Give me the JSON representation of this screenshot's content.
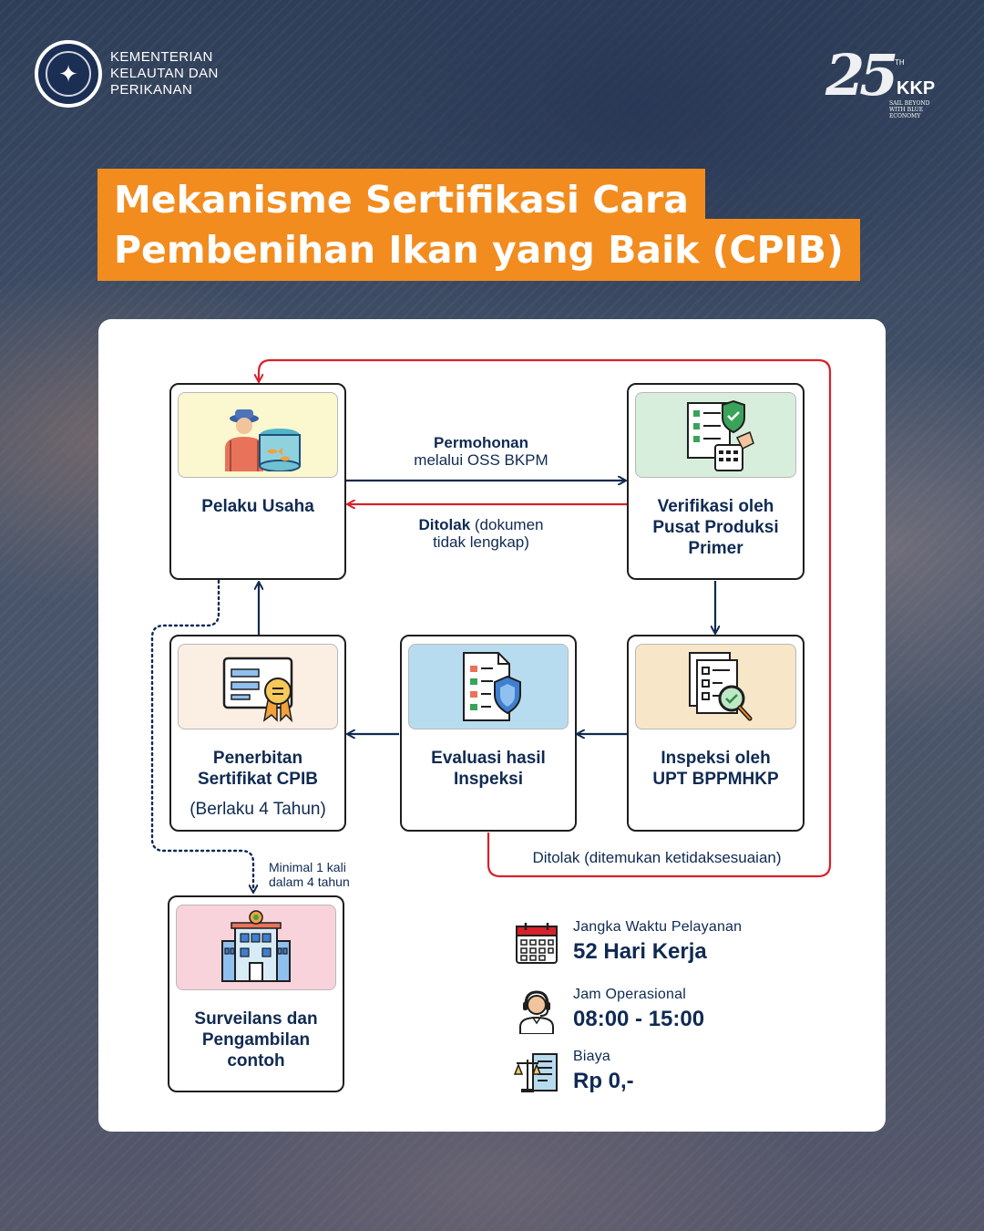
{
  "header": {
    "org_lines": [
      "KEMENTERIAN",
      "KELAUTAN DAN",
      "PERIKANAN"
    ],
    "anniversary": {
      "number": "25",
      "suffix": "TH",
      "brand": "KKP",
      "tagline": [
        "SAIL BEYOND",
        "WITH BLUE ECONOMY"
      ]
    }
  },
  "title": {
    "line1": "Mekanisme Sertifikasi Cara",
    "line2": "Pembenihan Ikan yang Baik (CPIB)"
  },
  "flow": {
    "pelaku": {
      "label": "Pelaku Usaha"
    },
    "verifikasi": {
      "label_lines": [
        "Verifikasi oleh",
        "Pusat Produksi",
        "Primer"
      ]
    },
    "inspeksi": {
      "label_lines": [
        "Inspeksi oleh",
        "UPT BPPMHKP"
      ]
    },
    "evaluasi": {
      "label_lines": [
        "Evaluasi hasil",
        "Inspeksi"
      ]
    },
    "penerbitan": {
      "label_lines": [
        "Penerbitan",
        "Sertifikat CPIB"
      ],
      "note": "(Berlaku 4 Tahun)"
    },
    "surveilans": {
      "label_lines": [
        "Surveilans dan",
        "Pengambilan",
        "contoh"
      ]
    },
    "edges": {
      "permohonan_bold": "Permohonan",
      "permohonan_rest": "melalui OSS BKPM",
      "ditolak_bold": "Ditolak",
      "ditolak_rest1": " (dokumen",
      "ditolak_rest2": "tidak lengkap)",
      "ditolak_inspeksi": "Ditolak (ditemukan ketidaksesuaian)",
      "minimal_line1": "Minimal 1 kali",
      "minimal_line2": "dalam 4 tahun"
    }
  },
  "info": [
    {
      "title": "Jangka Waktu Pelayanan",
      "value": "52 Hari Kerja",
      "icon": "calendar-icon"
    },
    {
      "title": "Jam Operasional",
      "value": "08:00 - 15:00",
      "icon": "headset-operator-icon"
    },
    {
      "title": "Biaya",
      "value": "Rp 0,-",
      "icon": "scale-document-icon"
    }
  ],
  "colors": {
    "navy": "#0f2a52",
    "orange": "#f28c1e",
    "red": "#d8202a",
    "panel_yellow": "#fbf7cf",
    "panel_green": "#d7eedd",
    "panel_peach": "#f7e7c8",
    "panel_blue": "#b8dcef",
    "panel_cream": "#fbeee3",
    "panel_pink": "#f8d3dc"
  }
}
